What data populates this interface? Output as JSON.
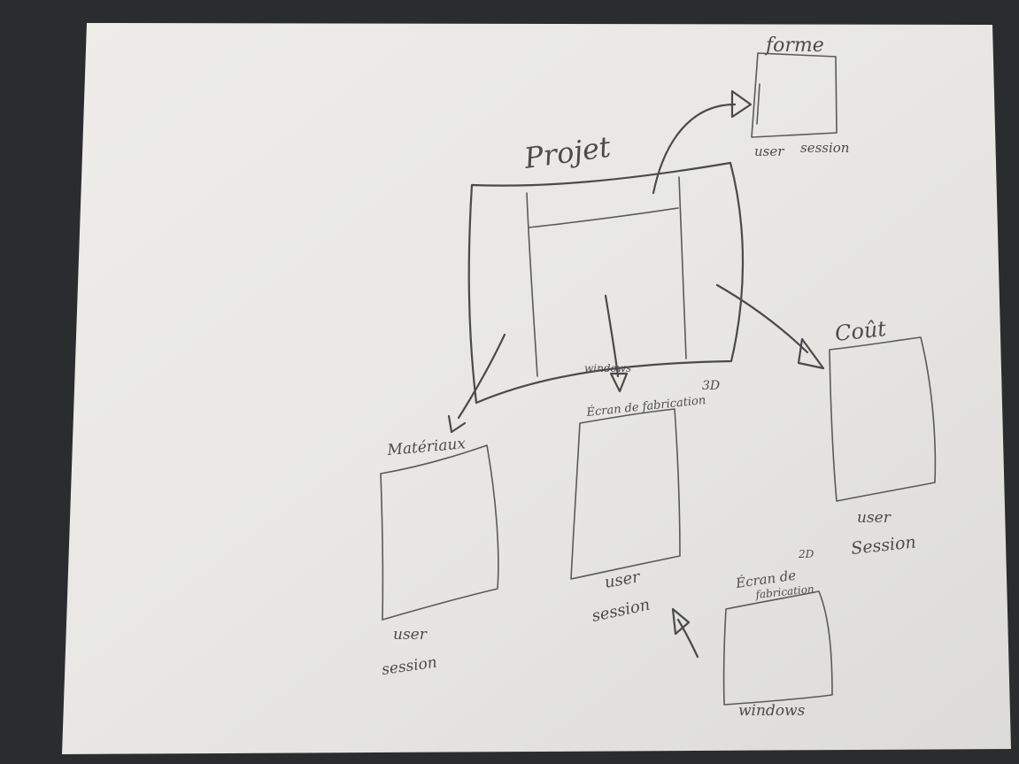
{
  "diagram": {
    "nodes": {
      "projet": {
        "title": "Projet",
        "inner_label": "windows"
      },
      "forme": {
        "title": "forme",
        "caption_line1": "user",
        "caption_line2": "session"
      },
      "cout": {
        "title": "Coût",
        "caption_line1": "user",
        "caption_line2": "Session"
      },
      "materiaux": {
        "title": "Matériaux",
        "caption_line1": "user",
        "caption_line2": "session"
      },
      "ecran_3d": {
        "title": "Écran de fabrication",
        "badge": "3D",
        "caption_line1": "user",
        "caption_line2": "session"
      },
      "ecran_2d": {
        "title_line1": "Écran de",
        "title_line2": "fabrication",
        "badge": "2D",
        "caption": "windows"
      }
    },
    "edges": [
      {
        "from": "projet",
        "to": "forme"
      },
      {
        "from": "projet",
        "to": "cout"
      },
      {
        "from": "projet",
        "to": "materiaux"
      },
      {
        "from": "projet",
        "to": "ecran_3d"
      },
      {
        "from": "ecran_2d",
        "to": "ecran_3d"
      }
    ],
    "colors": {
      "paper": "#e9e8e4",
      "pencil": "#4a4a4c",
      "background": "#2b2c2e"
    }
  }
}
